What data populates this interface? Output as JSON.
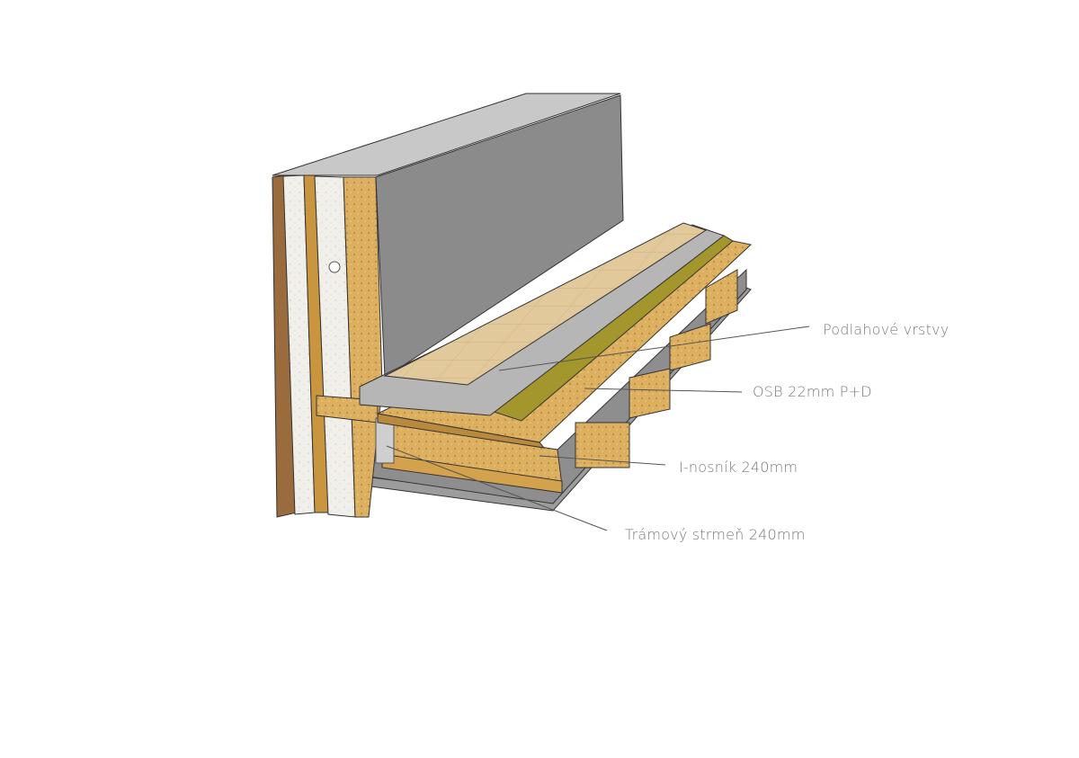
{
  "labels": {
    "floor_layers": "Podlahové vrstvy",
    "osb": "OSB 22mm P+D",
    "i_beam": "I-nosník 240mm",
    "joist_hanger": "Trámový strmeň 240mm"
  },
  "colors": {
    "wall_grey": "#8a8a8a",
    "osb": "#d9ad5a",
    "insulation": "#f2f0ea",
    "tiles": "#e0c79a",
    "screed": "#b5b5b5",
    "green_layer": "#a89a2e",
    "leader_line": "#555555",
    "label_text": "#7a7a7a"
  }
}
